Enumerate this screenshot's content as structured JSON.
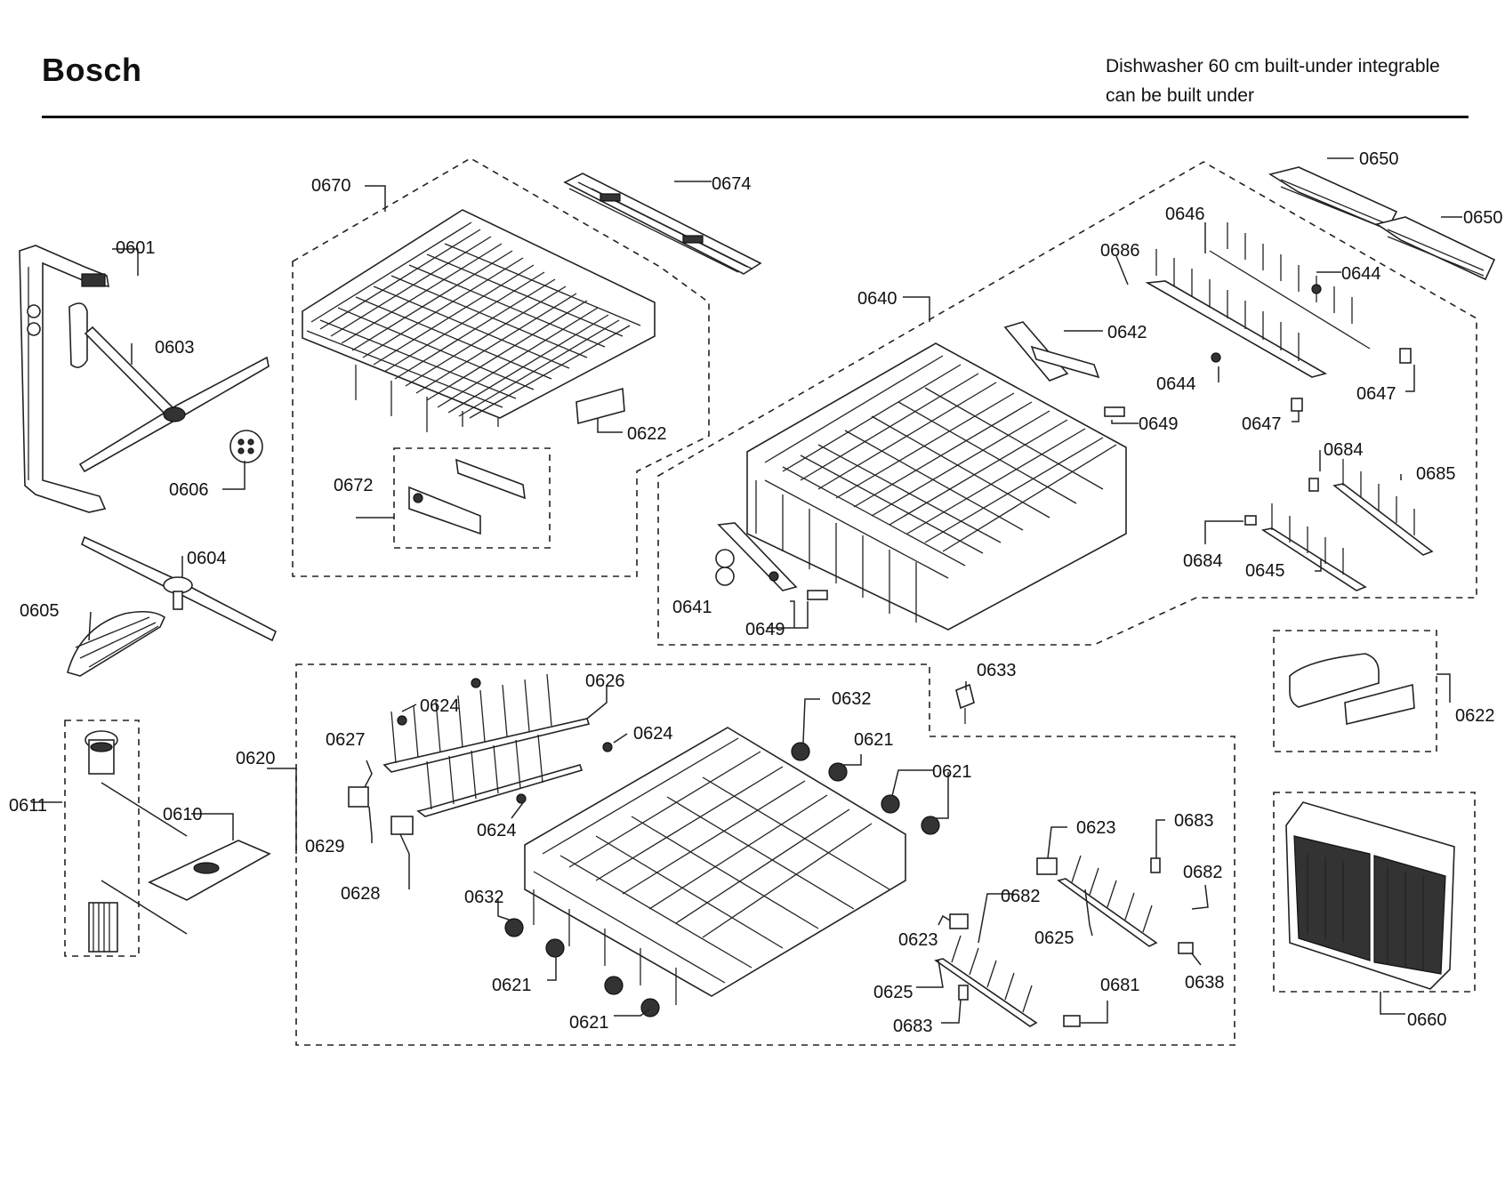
{
  "header": {
    "brand": "Bosch",
    "description_line1": "Dishwasher 60 cm built-under integrable",
    "description_line2": "can be built under"
  },
  "labels": {
    "l0601": "0601",
    "l0603": "0603",
    "l0606": "0606",
    "l0604": "0604",
    "l0605": "0605",
    "l0611": "0611",
    "l0610": "0610",
    "l0670": "0670",
    "l0674": "0674",
    "l0672": "0672",
    "l0622a": "0622",
    "l0640": "0640",
    "l0642": "0642",
    "l0649a": "0649",
    "l0641": "0641",
    "l0649b": "0649",
    "l0650a": "0650",
    "l0650b": "0650",
    "l0646": "0646",
    "l0686": "0686",
    "l0644a": "0644",
    "l0644b": "0644",
    "l0647a": "0647",
    "l0647b": "0647",
    "l0684a": "0684",
    "l0685": "0685",
    "l0684b": "0684",
    "l0645": "0645",
    "l0633": "0633",
    "l0622b": "0622",
    "l0660": "0660",
    "l0620": "0620",
    "l0624a": "0624",
    "l0626": "0626",
    "l0627": "0627",
    "l0624b": "0624",
    "l0629": "0629",
    "l0628": "0628",
    "l0624c": "0624",
    "l0632a": "0632",
    "l0621a": "0621",
    "l0621b": "0621",
    "l0632b": "0632",
    "l0621c": "0621",
    "l0621d": "0621",
    "l0623a": "0623",
    "l0683a": "0683",
    "l0682a": "0682",
    "l0682b": "0682",
    "l0623b": "0623",
    "l0625a": "0625",
    "l0638": "0638",
    "l0625b": "0625",
    "l0681": "0681",
    "l0683b": "0683"
  }
}
